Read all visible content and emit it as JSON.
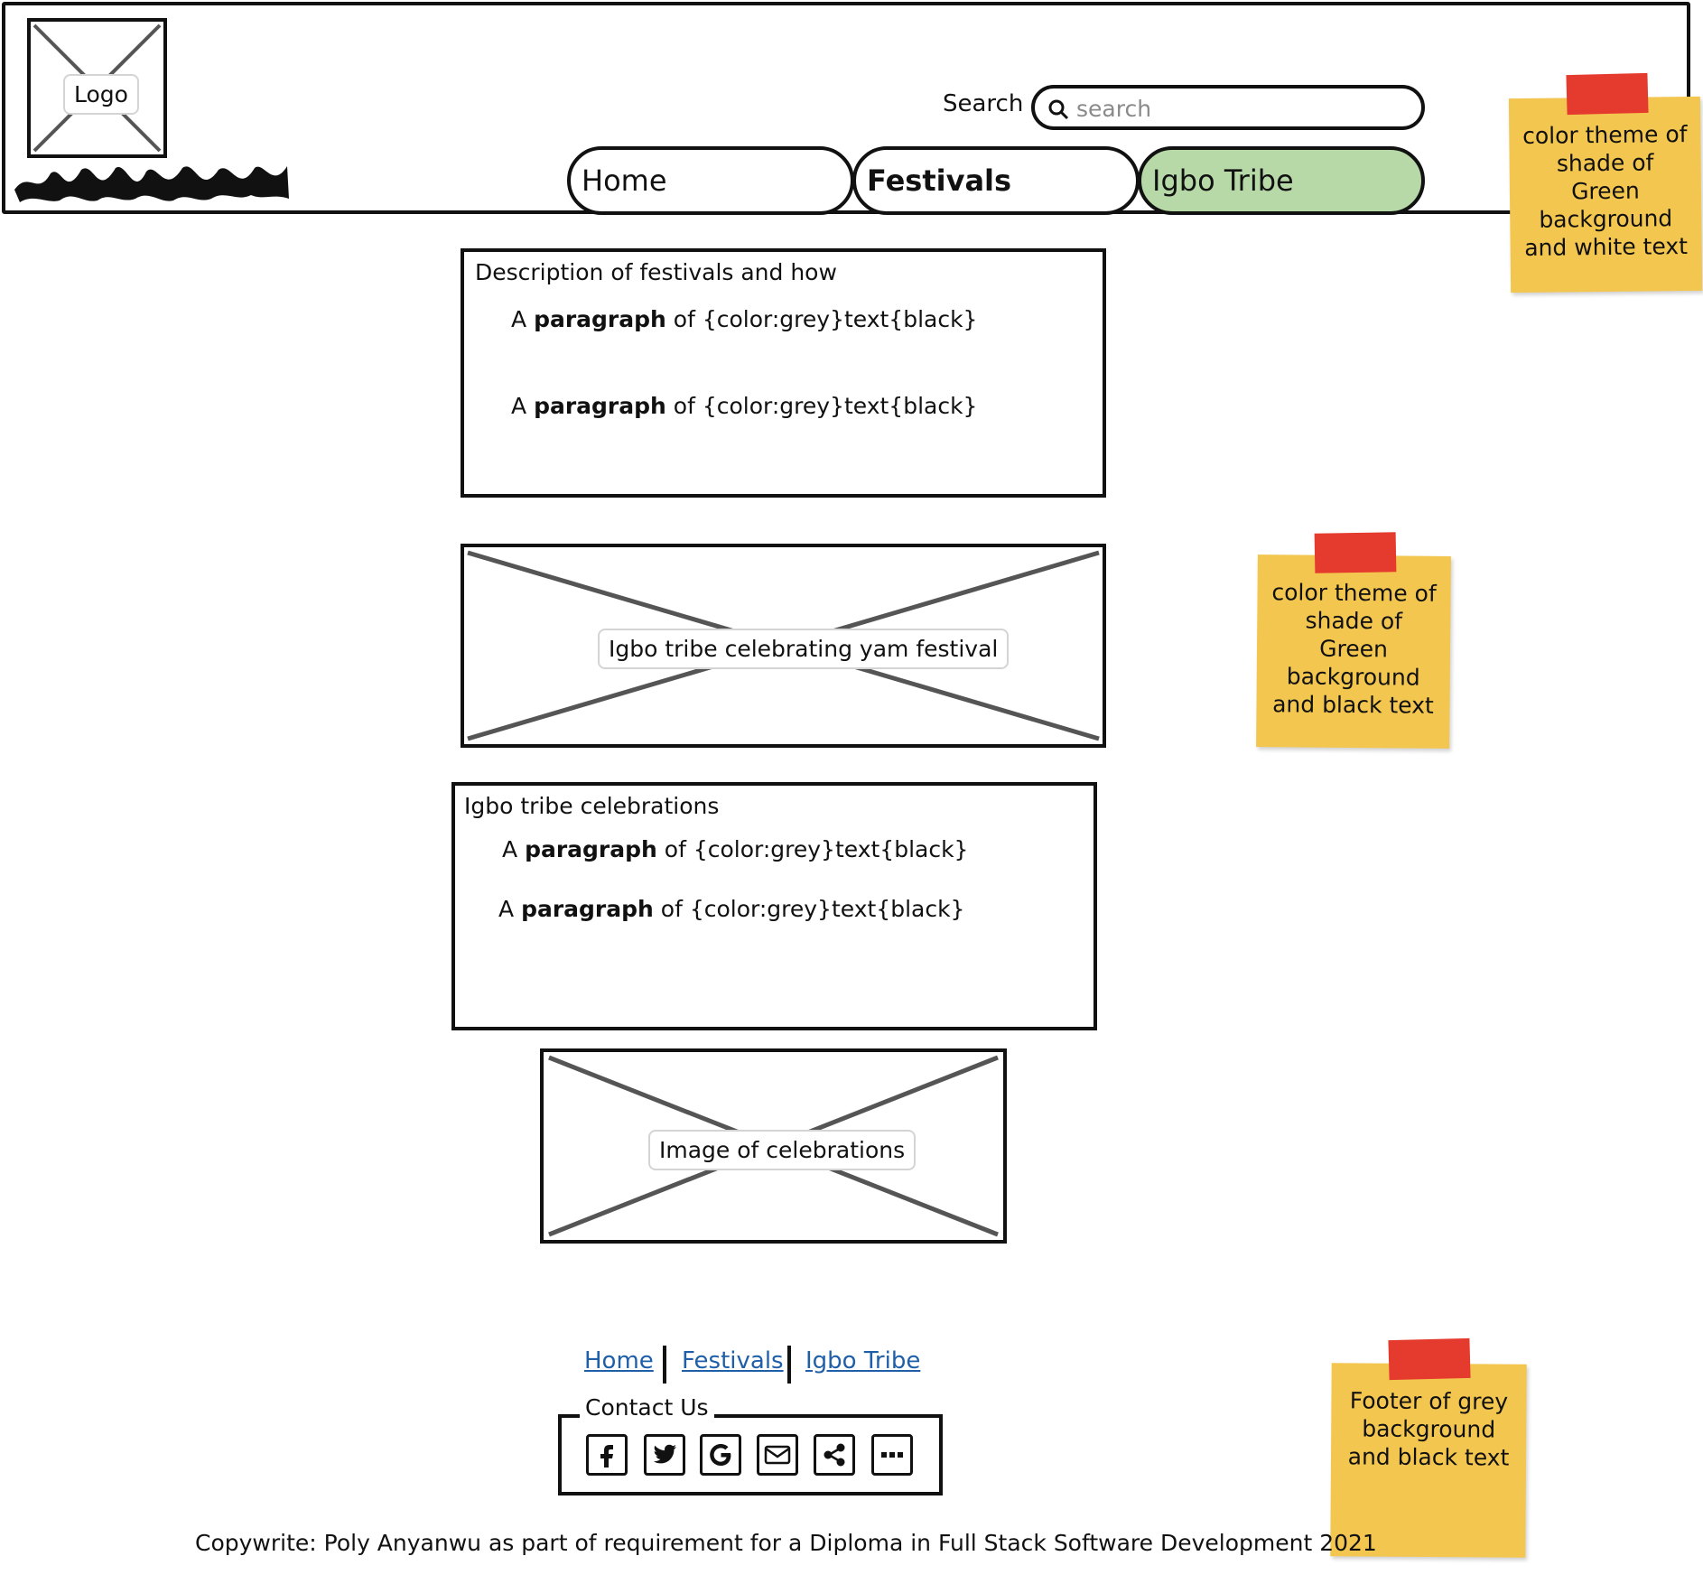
{
  "header": {
    "logo_label": "Logo",
    "search_label": "Search",
    "search_placeholder": "search",
    "nav": {
      "home": "Home",
      "festivals": "Festivals",
      "igbo_tribe": "Igbo Tribe"
    },
    "active_nav_color": "#b7d9a8"
  },
  "notes": {
    "header_note": [
      "color theme of",
      "shade of",
      "Green",
      "background",
      "and white text"
    ],
    "content_note": [
      "color theme of",
      "shade of",
      "Green",
      "background",
      "and black text"
    ],
    "footer_note": [
      "Footer of grey",
      "background",
      "and black text"
    ],
    "note_color": "#f3c64f",
    "tape_color": "#e53a2e"
  },
  "main": {
    "section1": {
      "title": "Description of festivals and how",
      "paragraphs": [
        {
          "prefix": "A ",
          "bold": "paragraph",
          "suffix": " of {color:grey}text{black}"
        },
        {
          "prefix": "A ",
          "bold": "paragraph",
          "suffix": " of {color:grey}text{black}"
        }
      ]
    },
    "image1_label": "Igbo tribe celebrating yam festival",
    "section2": {
      "title": "Igbo tribe celebrations",
      "paragraphs": [
        {
          "prefix": "A ",
          "bold": "paragraph",
          "suffix": " of {color:grey}text{black}"
        },
        {
          "prefix": "A ",
          "bold": "paragraph",
          "suffix": " of {color:grey}text{black}"
        }
      ]
    },
    "image2_label": "Image of celebrations"
  },
  "footer": {
    "links": {
      "home": "Home",
      "festivals": "Festivals",
      "igbo_tribe": "Igbo Tribe"
    },
    "link_color": "#1f5fa8",
    "contact_label": "Contact Us",
    "social_icons": [
      "facebook-icon",
      "twitter-icon",
      "google-icon",
      "email-icon",
      "share-icon",
      "more-icon"
    ],
    "copyright": "Copywrite: Poly Anyanwu as part of requirement for a Diploma in Full Stack Software Development 2021"
  }
}
